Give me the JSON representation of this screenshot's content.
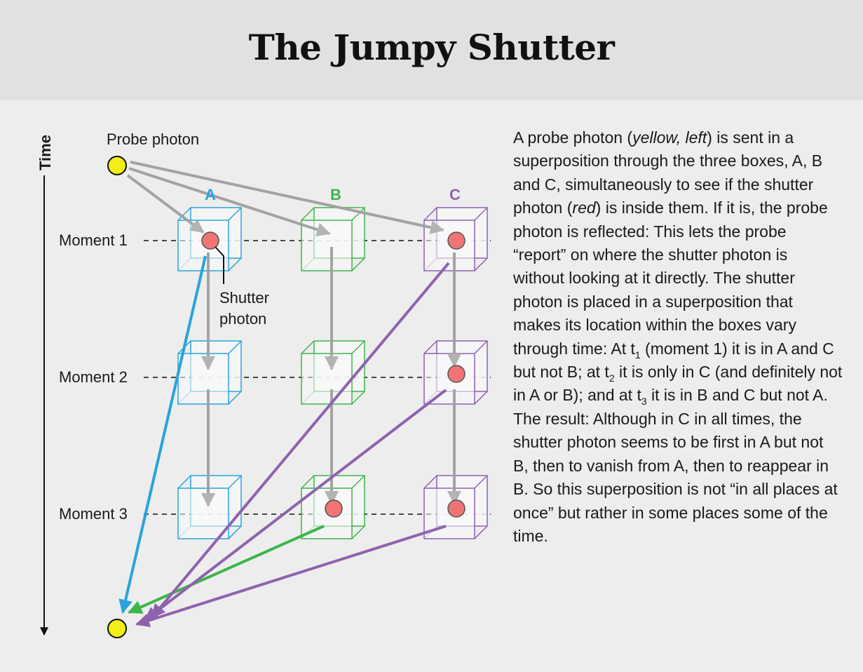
{
  "title": "The Jumpy Shutter",
  "time_axis_label": "Time",
  "probe_label": "Probe photon",
  "shutter_label": [
    "Shutter",
    "photon"
  ],
  "columns": [
    {
      "label": "A",
      "color": "#29a3dc"
    },
    {
      "label": "B",
      "color": "#3db54a"
    },
    {
      "label": "C",
      "color": "#8f62b0"
    }
  ],
  "moments": [
    "Moment 1",
    "Moment 2",
    "Moment 3"
  ],
  "occupancy": [
    [
      true,
      false,
      true
    ],
    [
      false,
      false,
      true
    ],
    [
      false,
      true,
      true
    ]
  ],
  "colors": {
    "probe_photon": "#f5ee16",
    "shutter_photon": "#f07474",
    "probe_path": "#a0a0a0",
    "header_bg": "#e1e1e1",
    "body_bg": "#ededed"
  },
  "caption": {
    "p1": "A probe photon (",
    "i1": "yellow, left",
    "p2": ") is sent in a superposition through the three boxes, A, B and C, simultaneously to see if the shutter photon (",
    "i2": "red",
    "p3": ") is inside them. If it is, the probe photon is reflected: This lets the probe “report” on where the shutter photon is without looking at it directly. The shutter photon is placed in a superposition that makes its location within the boxes vary through time: At t",
    "s1": "1",
    "p4": " (moment 1) it is in A and C but not B; at t",
    "s2": "2",
    "p5": " it is only in C (and definitely not in A or B); and at t",
    "s3": "3",
    "p6": " it is in B and C but not A. The result: Although in C in all times, the shutter photon seems to be first in A but not B, then to vanish from A, then to reappear in B. So this superposition is not “in all places at once” but rather in some places some of the time."
  }
}
